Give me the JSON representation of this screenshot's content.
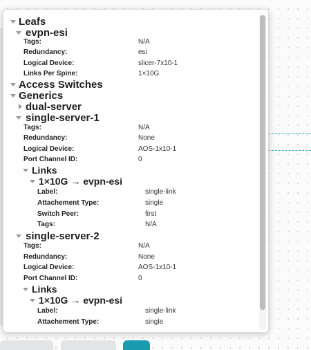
{
  "tree": {
    "leafs_label": "Leafs",
    "evpn_esi": {
      "label": "evpn-esi",
      "tags_key": "Tags:",
      "tags_val": "N/A",
      "redundancy_key": "Redundancy:",
      "redundancy_val": "esi",
      "logical_device_key": "Logical Device:",
      "logical_device_val": "slicer-7x10-1",
      "links_per_spine_key": "Links Per Spine:",
      "links_per_spine_val": "1×10G"
    },
    "access_switches_label": "Access Switches",
    "generics_label": "Generics",
    "dual_server_label": "dual-server",
    "single_server_1": {
      "label": "single-server-1",
      "tags_key": "Tags:",
      "tags_val": "N/A",
      "redundancy_key": "Redundancy:",
      "redundancy_val": "None",
      "logical_device_key": "Logical Device:",
      "logical_device_val": "AOS-1x10-1",
      "port_channel_key": "Port Channel ID:",
      "port_channel_val": "0",
      "links_label": "Links",
      "link": {
        "label": "1×10G → evpn-esi",
        "label_key": "Label:",
        "label_val": "single-link",
        "attach_key": "Attachement Type:",
        "attach_val": "single",
        "switch_peer_key": "Switch Peer:",
        "switch_peer_val": "first",
        "tags_key": "Tags:",
        "tags_val": "N/A"
      }
    },
    "single_server_2": {
      "label": "single-server-2",
      "tags_key": "Tags:",
      "tags_val": "N/A",
      "redundancy_key": "Redundancy:",
      "redundancy_val": "None",
      "logical_device_key": "Logical Device:",
      "logical_device_val": "AOS-1x10-1",
      "port_channel_key": "Port Channel ID:",
      "port_channel_val": "0",
      "links_label": "Links",
      "link": {
        "label": "1×10G → evpn-esi",
        "label_key": "Label:",
        "label_val": "single-link",
        "attach_key": "Attachement Type:",
        "attach_val": "single"
      }
    }
  },
  "colors": {
    "accent": "#1b9bb0",
    "connector_dash": "#2ba6c9"
  }
}
